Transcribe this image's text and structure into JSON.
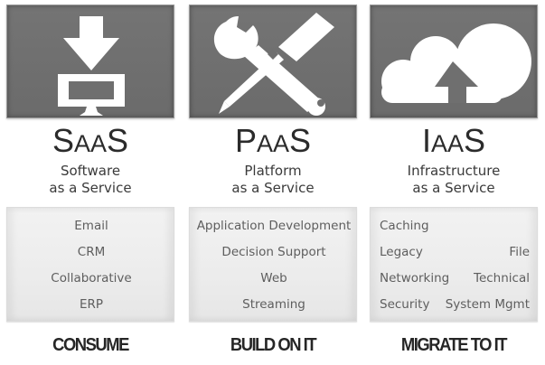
{
  "columns": [
    {
      "id": "saas",
      "icon": "download-to-monitor-icon",
      "title_first": "S",
      "title_rest": "AA",
      "title_last": "S",
      "title": "SaaS",
      "subtitle_line1": "Software",
      "subtitle_line2": "as a Service",
      "items": [
        "Email",
        "CRM",
        "Collaborative",
        "ERP"
      ],
      "action": "CONSUME"
    },
    {
      "id": "paas",
      "icon": "wrench-screwdriver-icon",
      "title_first": "P",
      "title_rest": "AA",
      "title_last": "S",
      "title": "PaaS",
      "subtitle_line1": "Platform",
      "subtitle_line2": "as a Service",
      "items": [
        "Application Development",
        "Decision Support",
        "Web",
        "Streaming"
      ],
      "action": "BUILD ON IT"
    },
    {
      "id": "iaas",
      "icon": "cloud-upload-icon",
      "title_first": "I",
      "title_rest": "AA",
      "title_last": "S",
      "title": "IaaS",
      "subtitle_line1": "Infrastructure",
      "subtitle_line2": "as a Service",
      "items_left": [
        "Caching",
        "Legacy",
        "Networking",
        "Security"
      ],
      "items_right": [
        "",
        "File",
        "Technical",
        "System Mgmt"
      ],
      "action": "MIGRATE TO IT"
    }
  ],
  "colors": {
    "icon_panel": "#6f6f6f",
    "icon_fg": "#ffffff",
    "title_text": "#2b2b2b",
    "list_text": "#5e5e5e",
    "list_bg": "#eeeeee",
    "action_text": "#262626"
  }
}
